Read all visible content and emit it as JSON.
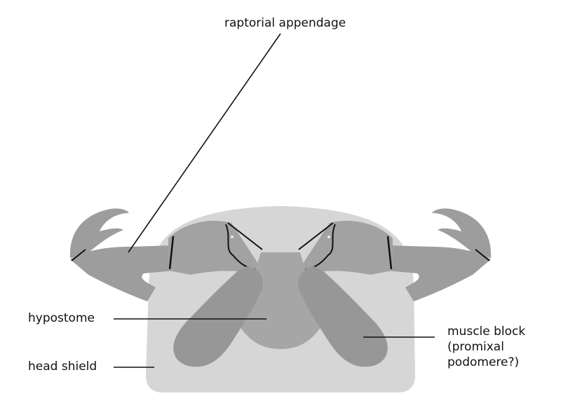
{
  "labels": {
    "raptorial_appendage": "raptorial appendage",
    "hypostome": "hypostome",
    "head_shield": "head shield",
    "muscle_block_line1": "muscle block",
    "muscle_block_line2": "(promixal",
    "muscle_block_line3": "podomere?)"
  },
  "colors": {
    "background": "#ffffff",
    "head_shield": "#d6d6d6",
    "appendage": "#9d9d9d",
    "hypostome": "#a6a6a6",
    "muscle_block": "#979797",
    "outline": "#111111"
  }
}
